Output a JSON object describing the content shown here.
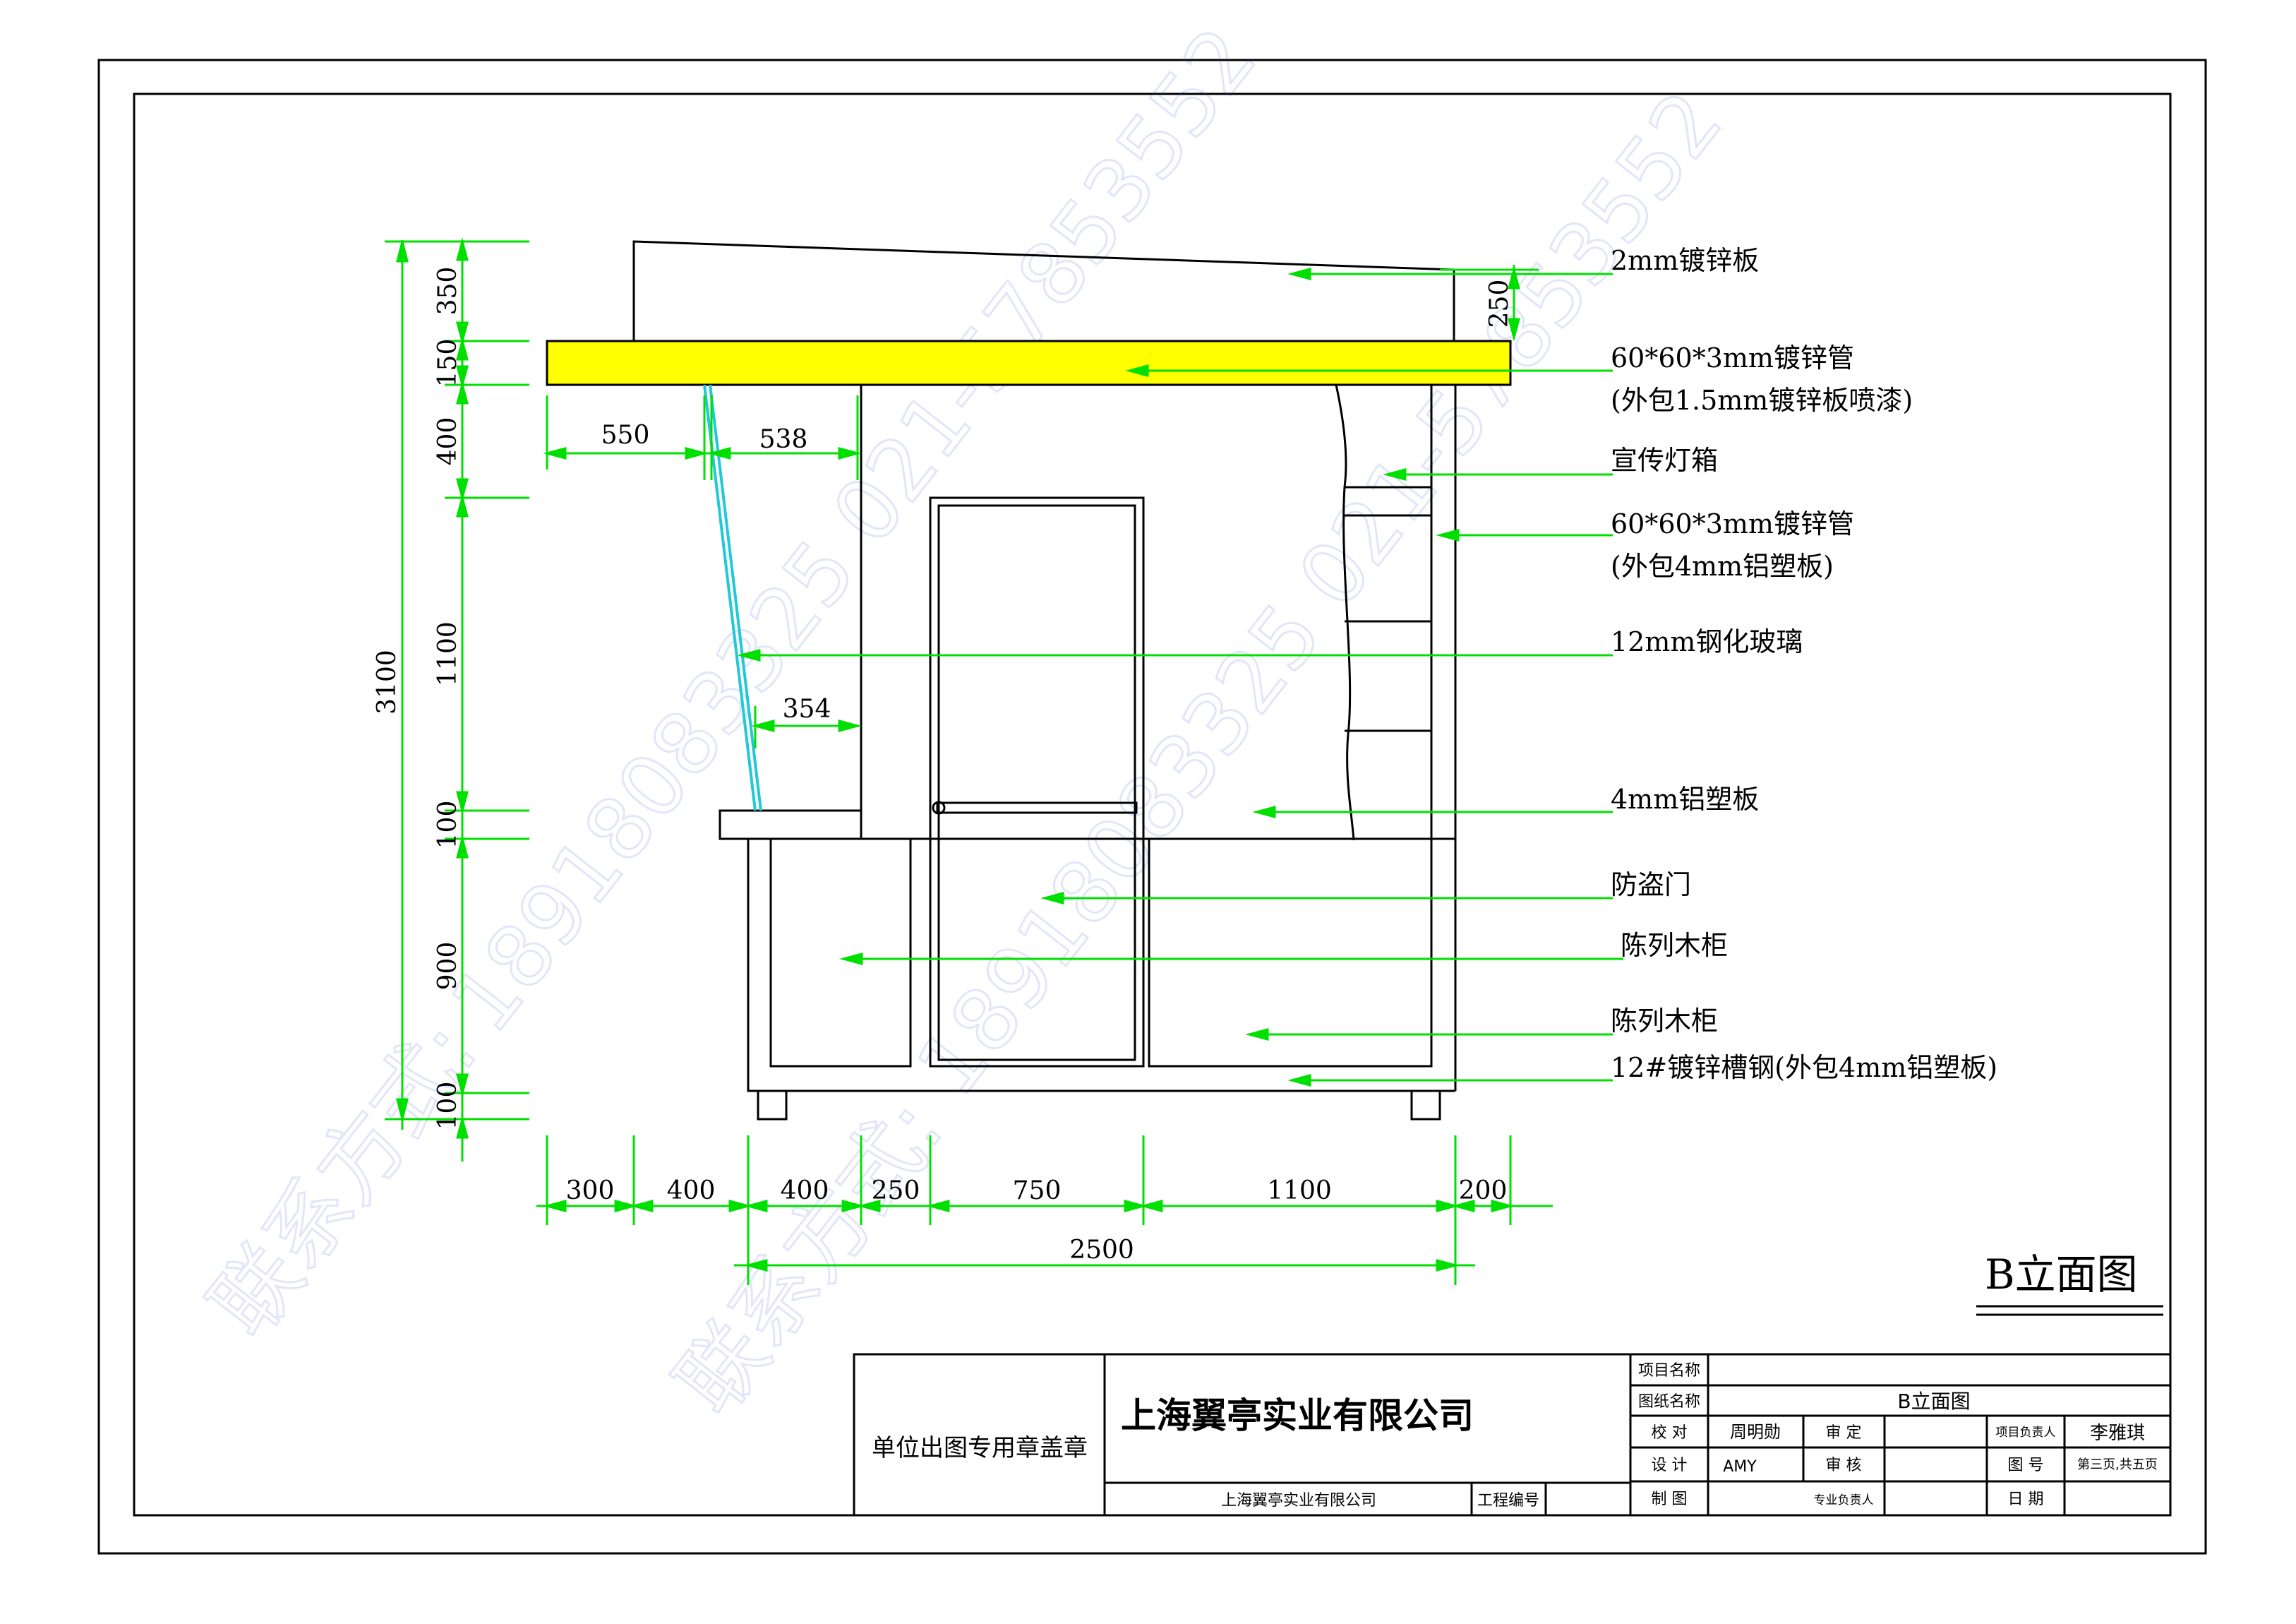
{
  "drawing": {
    "title": "B立面图",
    "watermarks": [
      "18918083325 021-57853552",
      "联系方式:",
      "18918083325 021-57853552",
      "联系方式:"
    ],
    "dimensions": {
      "left_segments": [
        "350",
        "150",
        "400",
        "1100",
        "100",
        "900",
        "100"
      ],
      "left_total": "3100",
      "bottom_segments": [
        "300",
        "400",
        "400",
        "250",
        "750",
        "1100",
        "200"
      ],
      "bottom_total": "2500",
      "inner": [
        "550",
        "538",
        "354"
      ],
      "right": "250"
    },
    "labels": [
      "2mm镀锌板",
      "60*60*3mm镀锌管",
      "(外包1.5mm镀锌板喷漆)",
      "宣传灯箱",
      "60*60*3mm镀锌管",
      "(外包4mm铝塑板)",
      "12mm钢化玻璃",
      "4mm铝塑板",
      "防盗门",
      "陈列木柜",
      "陈列木柜",
      "12#镀锌槽钢(外包4mm铝塑板)"
    ]
  },
  "title_block": {
    "stamp_label": "单位出图专用章盖章",
    "company": "上海翼亭实业有限公司",
    "company_small": "上海翼亭实业有限公司",
    "project_no_label": "工程编号",
    "project_name_label": "项目名称",
    "drawing_name_label": "图纸名称",
    "drawing_name": "B立面图",
    "check_label": "校 对",
    "checker": "周明勋",
    "approve_label": "审 定",
    "design_label": "设 计",
    "designer": "AMY",
    "review_label": "审 核",
    "draw_label": "制 图",
    "specialist_label": "专业负责人",
    "project_lead_label": "项目负责人",
    "project_lead": "李雅琪",
    "sheet_label": "图 号",
    "sheet": "第三页,共五页",
    "date_label": "日 期"
  }
}
